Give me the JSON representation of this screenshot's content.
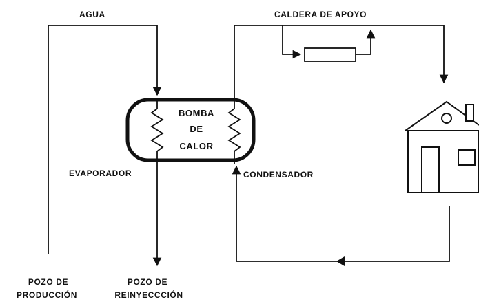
{
  "diagram": {
    "labels": {
      "water": "AGUA",
      "backup_boiler": "CALDERA DE APOYO",
      "heat_pump_line1": "BOMBA",
      "heat_pump_line2": "DE",
      "heat_pump_line3": "CALOR",
      "evaporator": "EVAPORADOR",
      "condenser": "CONDENSADOR",
      "production_well_line1": "POZO DE",
      "production_well_line2": "PRODUCCIÓN",
      "reinjection_well_line1": "POZO DE",
      "reinjection_well_line2": "REINYECCCIÓN"
    },
    "icons": {
      "house": "house-icon",
      "boiler": "boiler-icon",
      "heat_pump": "heat-pump-icon"
    },
    "colors": {
      "ink": "#111111",
      "background": "#ffffff"
    }
  }
}
